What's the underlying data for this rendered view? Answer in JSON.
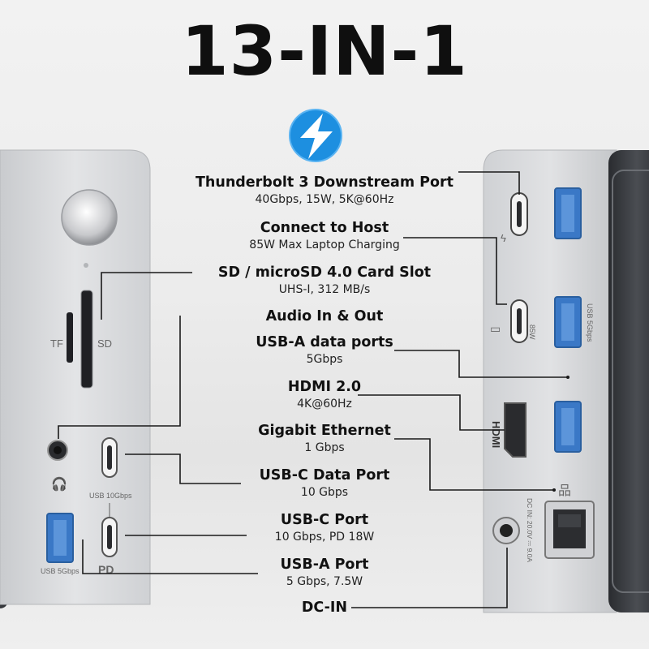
{
  "title": "13-IN-1",
  "left_panel": {
    "tf_label": "TF",
    "sd_label": "SD",
    "usb_c_speed_label": "USB 10Gbps",
    "usb_a_speed_label": "USB 5Gbps",
    "pd_label": "PD"
  },
  "right_panel": {
    "watt_label": "85W",
    "usb_speed_label": "USB 5Gbps",
    "hdmi_logo": "HDMI",
    "dc_in_label": "DC IN: 20.0V ⎓ 9.0A"
  },
  "features": [
    {
      "title": "Thunderbolt 3 Downstream Port",
      "subtitle": "40Gbps, 15W, 5K@60Hz"
    },
    {
      "title": "Connect to Host",
      "subtitle": "85W Max Laptop Charging"
    },
    {
      "title": "SD / microSD 4.0 Card Slot",
      "subtitle": "UHS-I, 312 MB/s"
    },
    {
      "title": "Audio In & Out",
      "subtitle": ""
    },
    {
      "title": "USB-A data ports",
      "subtitle": "5Gbps"
    },
    {
      "title": "HDMI 2.0",
      "subtitle": "4K@60Hz"
    },
    {
      "title": "Gigabit Ethernet",
      "subtitle": "1 Gbps"
    },
    {
      "title": "USB-C Data Port",
      "subtitle": "10 Gbps"
    },
    {
      "title": "USB-C Port",
      "subtitle": "10 Gbps, PD 18W"
    },
    {
      "title": "USB-A Port",
      "subtitle": "5 Gbps, 7.5W"
    },
    {
      "title": "DC-IN",
      "subtitle": ""
    }
  ],
  "colors": {
    "usb_blue": "#3a78c6",
    "thunderbolt_blue": "#1d8fe0",
    "body_silver": "#dcdde0"
  }
}
